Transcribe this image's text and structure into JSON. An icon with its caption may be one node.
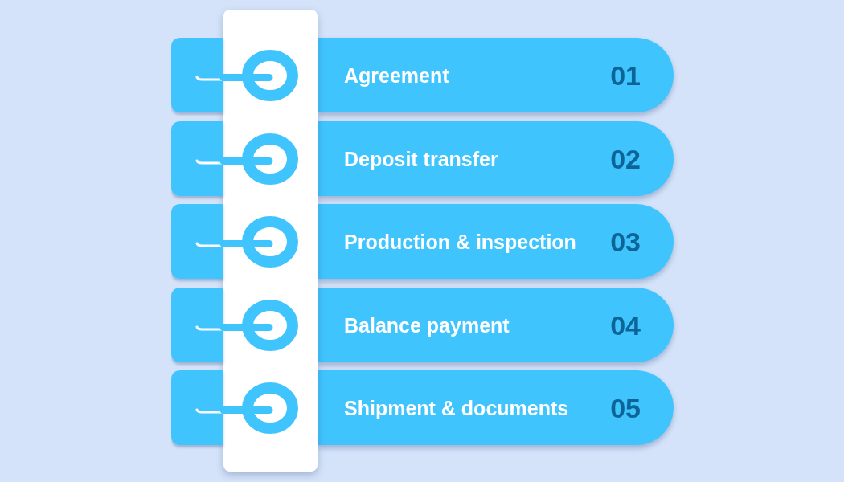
{
  "diagram": {
    "nodes": [
      {
        "text": [
          "Agreement",
          "01"
        ]
      },
      {
        "text": [
          "Deposit transfer",
          "02"
        ]
      },
      {
        "text": [
          "Production & inspection",
          "03"
        ]
      },
      {
        "text": [
          "Balance payment",
          "04"
        ]
      },
      {
        "text": [
          "Shipment & documents",
          "05"
        ]
      }
    ]
  }
}
